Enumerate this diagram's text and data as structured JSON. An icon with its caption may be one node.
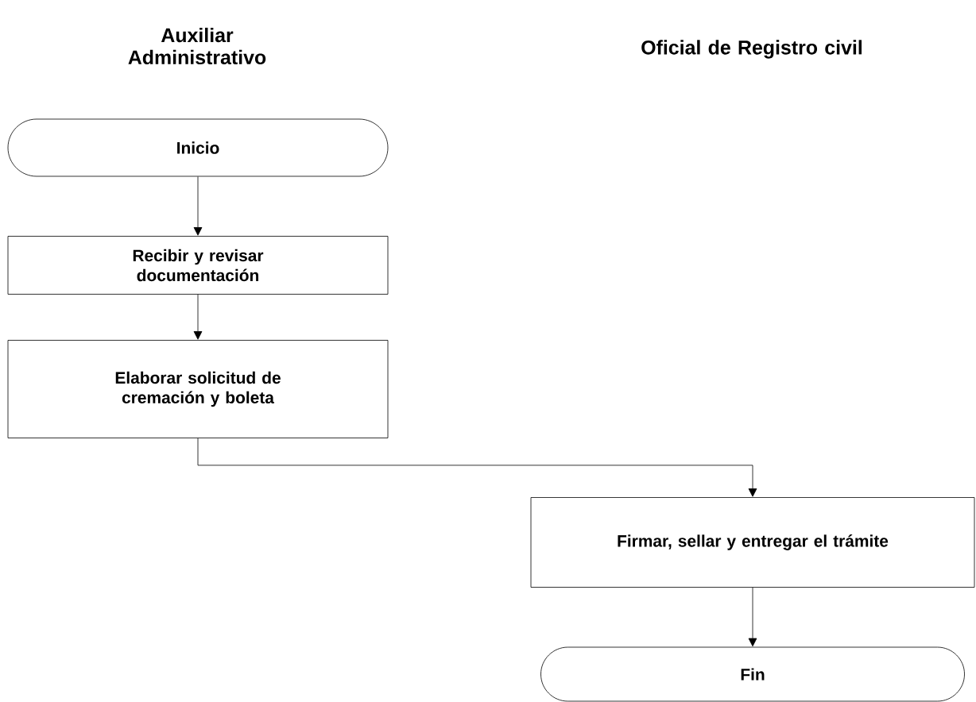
{
  "diagram": {
    "nodes": [
      {
        "text": [
          "Inicio"
        ]
      },
      {
        "text": [
          "Recibir y revisar documentación"
        ]
      },
      {
        "text": [
          "Elaborar solicitud de cremación y boleta"
        ]
      },
      {
        "text": [
          "Firmar, sellar y entregar el trámite"
        ]
      },
      {
        "text": [
          "Fin"
        ]
      }
    ],
    "edges": [
      {
        "from": 0,
        "to": 1,
        "arrow": "to"
      },
      {
        "from": 1,
        "to": 2,
        "arrow": "to"
      },
      {
        "from": 2,
        "to": 3,
        "arrow": "to"
      },
      {
        "from": 3,
        "to": 4,
        "arrow": "to"
      }
    ],
    "labels": [
      "Auxiliar Administrativo",
      "Oficial de Registro civil"
    ]
  }
}
